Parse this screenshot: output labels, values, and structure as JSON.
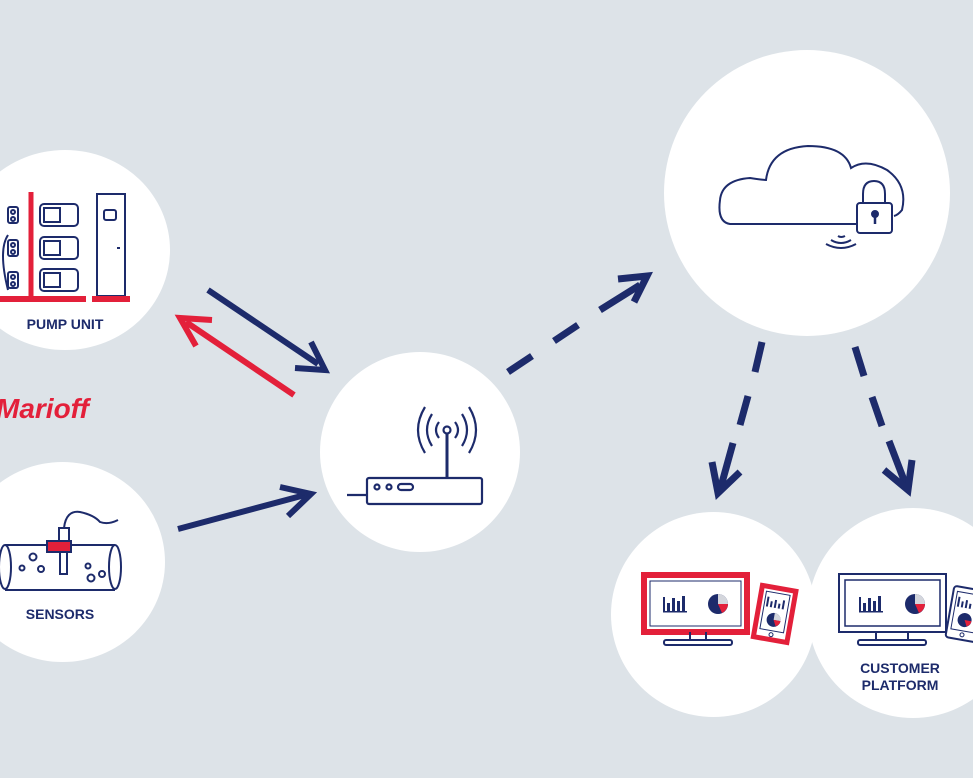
{
  "nodes": {
    "pump_unit": {
      "label": "PUMP UNIT",
      "icon": "pump-unit-icon"
    },
    "sensors": {
      "label": "SENSORS",
      "icon": "pipe-sensor-icon"
    },
    "gateway": {
      "label": "",
      "icon": "router-icon"
    },
    "cloud": {
      "label": "",
      "icon": "secure-cloud-icon"
    },
    "marioff_platform": {
      "label": "",
      "icon": "dashboard-devices-red-icon"
    },
    "customer_platform": {
      "label_line1": "CUSTOMER",
      "label_line2": "PLATFORM",
      "icon": "dashboard-devices-blue-icon"
    }
  },
  "brand": {
    "name": "Marioff"
  },
  "edges": [
    {
      "from": "pump_unit",
      "to": "gateway",
      "style": "solid",
      "color": "#1d2b6b"
    },
    {
      "from": "gateway",
      "to": "pump_unit",
      "style": "solid",
      "color": "#e3203a"
    },
    {
      "from": "sensors",
      "to": "gateway",
      "style": "solid",
      "color": "#1d2b6b"
    },
    {
      "from": "gateway",
      "to": "cloud",
      "style": "dashed",
      "color": "#1d2b6b"
    },
    {
      "from": "cloud",
      "to": "marioff_platform",
      "style": "dashed",
      "color": "#1d2b6b"
    },
    {
      "from": "cloud",
      "to": "customer_platform",
      "style": "dashed",
      "color": "#1d2b6b"
    }
  ],
  "colors": {
    "navy": "#1d2b6b",
    "red": "#e3203a",
    "background": "#dde3e8",
    "node": "#ffffff"
  }
}
